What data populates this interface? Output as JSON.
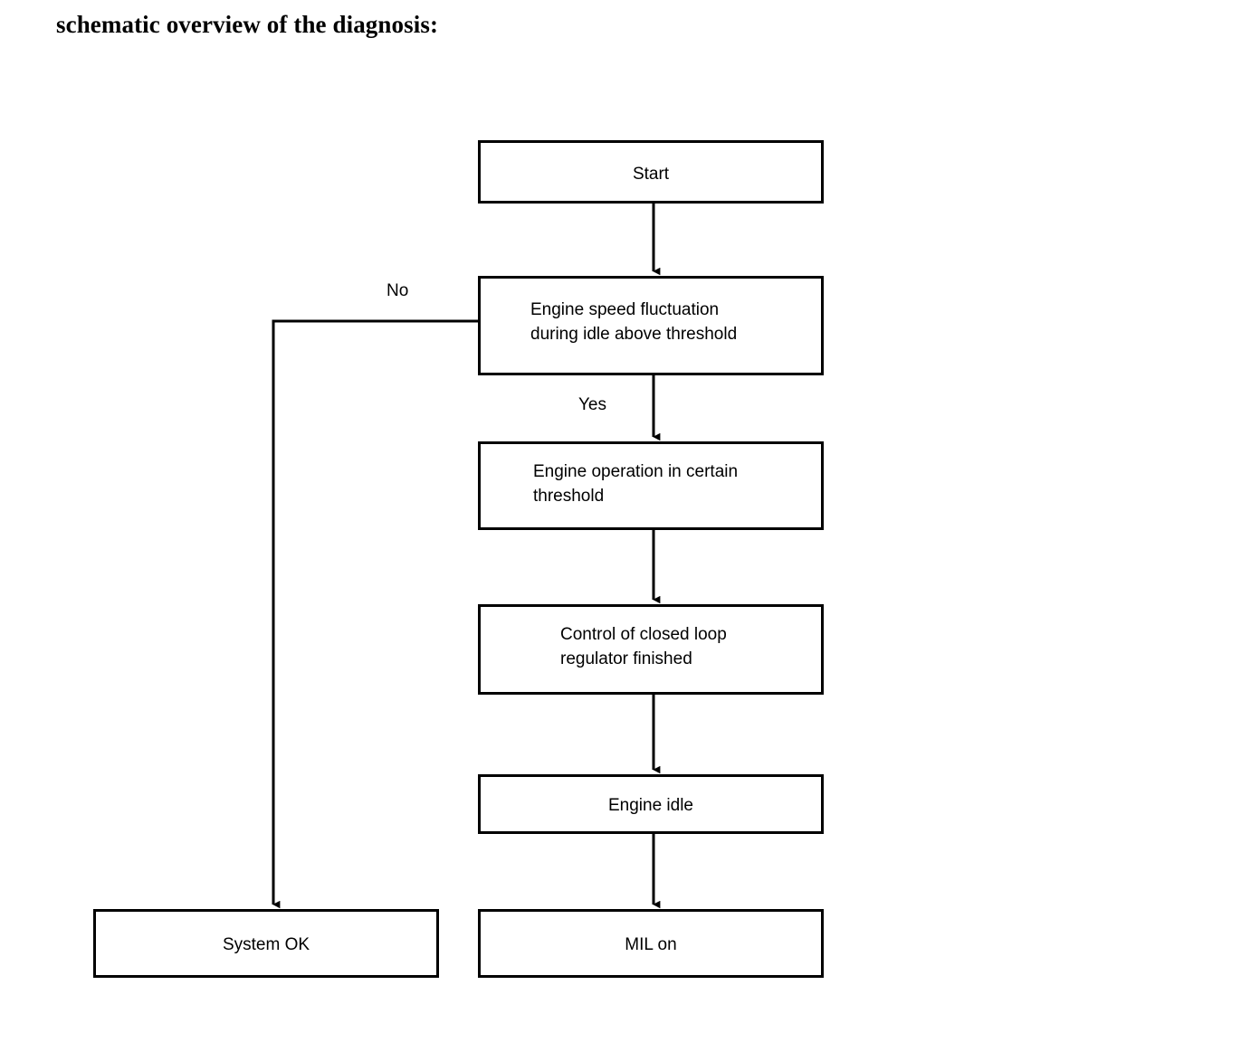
{
  "page": {
    "title": "schematic overview of the diagnosis:",
    "background_color": "#ffffff",
    "ink_color": "#000000"
  },
  "diagram": {
    "type": "flowchart",
    "orientation": "top-to-bottom",
    "nodes": [
      {
        "id": "start",
        "label": "Start",
        "shape": "rectangle",
        "align": "center"
      },
      {
        "id": "fluctuation",
        "label": "Engine speed fluctuation\nduring idle above threshold",
        "shape": "rectangle",
        "align": "left"
      },
      {
        "id": "operation",
        "label": "Engine operation in certain\nthreshold",
        "shape": "rectangle",
        "align": "left"
      },
      {
        "id": "control",
        "label": "Control of closed loop\nregulator finished",
        "shape": "rectangle",
        "align": "left"
      },
      {
        "id": "idle",
        "label": "Engine idle",
        "shape": "rectangle",
        "align": "center"
      },
      {
        "id": "system_ok",
        "label": "System OK",
        "shape": "rectangle",
        "align": "center"
      },
      {
        "id": "mil_on",
        "label": "MIL on",
        "shape": "rectangle",
        "align": "center"
      }
    ],
    "edges": [
      {
        "from": "start",
        "to": "fluctuation",
        "label": ""
      },
      {
        "from": "fluctuation",
        "to": "system_ok",
        "label": "No"
      },
      {
        "from": "fluctuation",
        "to": "operation",
        "label": "Yes"
      },
      {
        "from": "operation",
        "to": "control",
        "label": ""
      },
      {
        "from": "control",
        "to": "idle",
        "label": ""
      },
      {
        "from": "idle",
        "to": "mil_on",
        "label": ""
      }
    ],
    "edge_labels": {
      "no": "No",
      "yes": "Yes"
    }
  }
}
